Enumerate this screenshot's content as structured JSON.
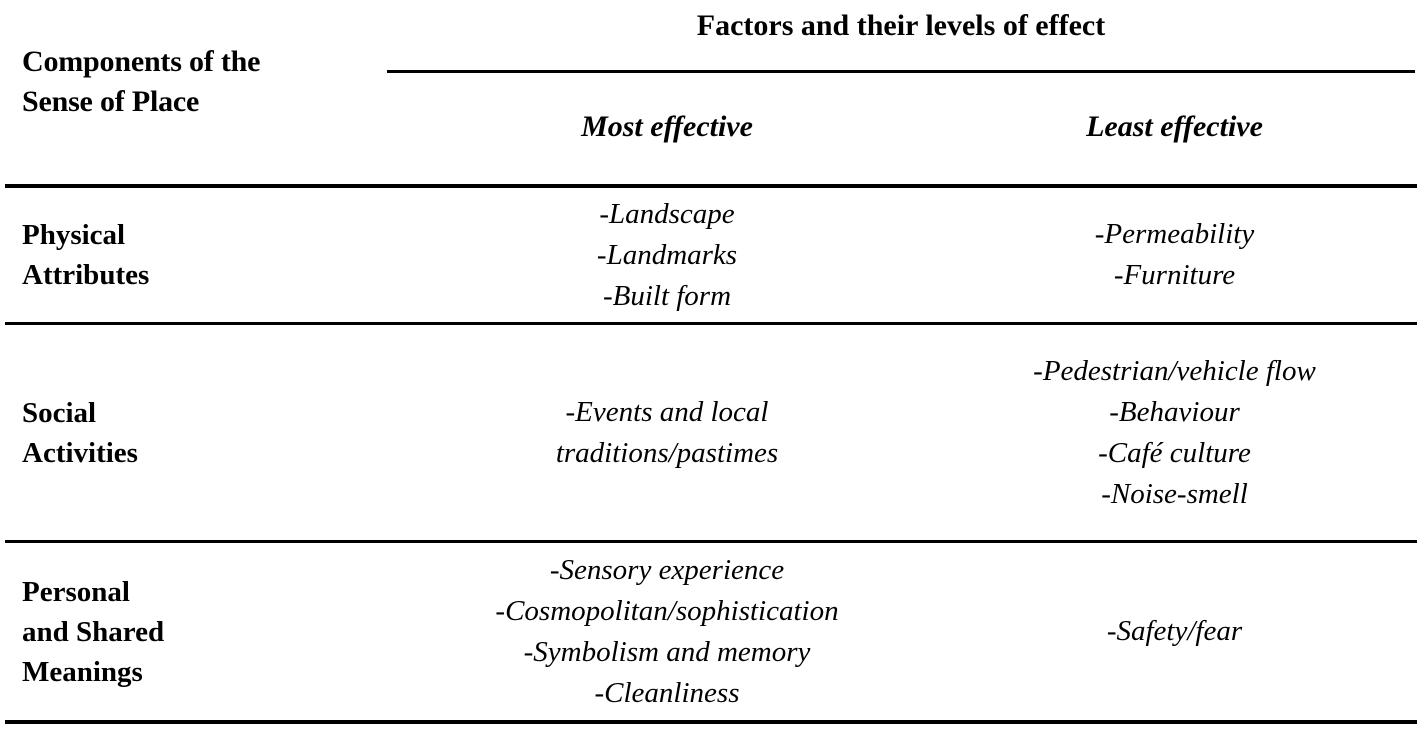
{
  "table": {
    "stub_header": "Components of the\nSense of Place",
    "group_header": "Factors and their levels of effect",
    "column_headers": {
      "most": "Most effective",
      "least": "Least effective"
    },
    "rows": [
      {
        "label": "Physical\nAttributes",
        "most_effective": [
          "-Landscape",
          "-Landmarks",
          "-Built form"
        ],
        "least_effective": [
          "-Permeability",
          "-Furniture"
        ]
      },
      {
        "label": "Social\nActivities",
        "most_effective": [
          "-Events and local",
          "traditions/pastimes"
        ],
        "least_effective": [
          "-Pedestrian/vehicle flow",
          "-Behaviour",
          "-Café culture",
          "-Noise-smell"
        ]
      },
      {
        "label": "Personal\nand Shared\nMeanings",
        "most_effective": [
          "-Sensory experience",
          "-Cosmopolitan/sophistication",
          "-Symbolism and memory",
          "-Cleanliness"
        ],
        "least_effective": [
          "-Safety/fear"
        ]
      }
    ],
    "colors": {
      "text": "#000000",
      "rule": "#000000",
      "background": "#ffffff"
    }
  }
}
